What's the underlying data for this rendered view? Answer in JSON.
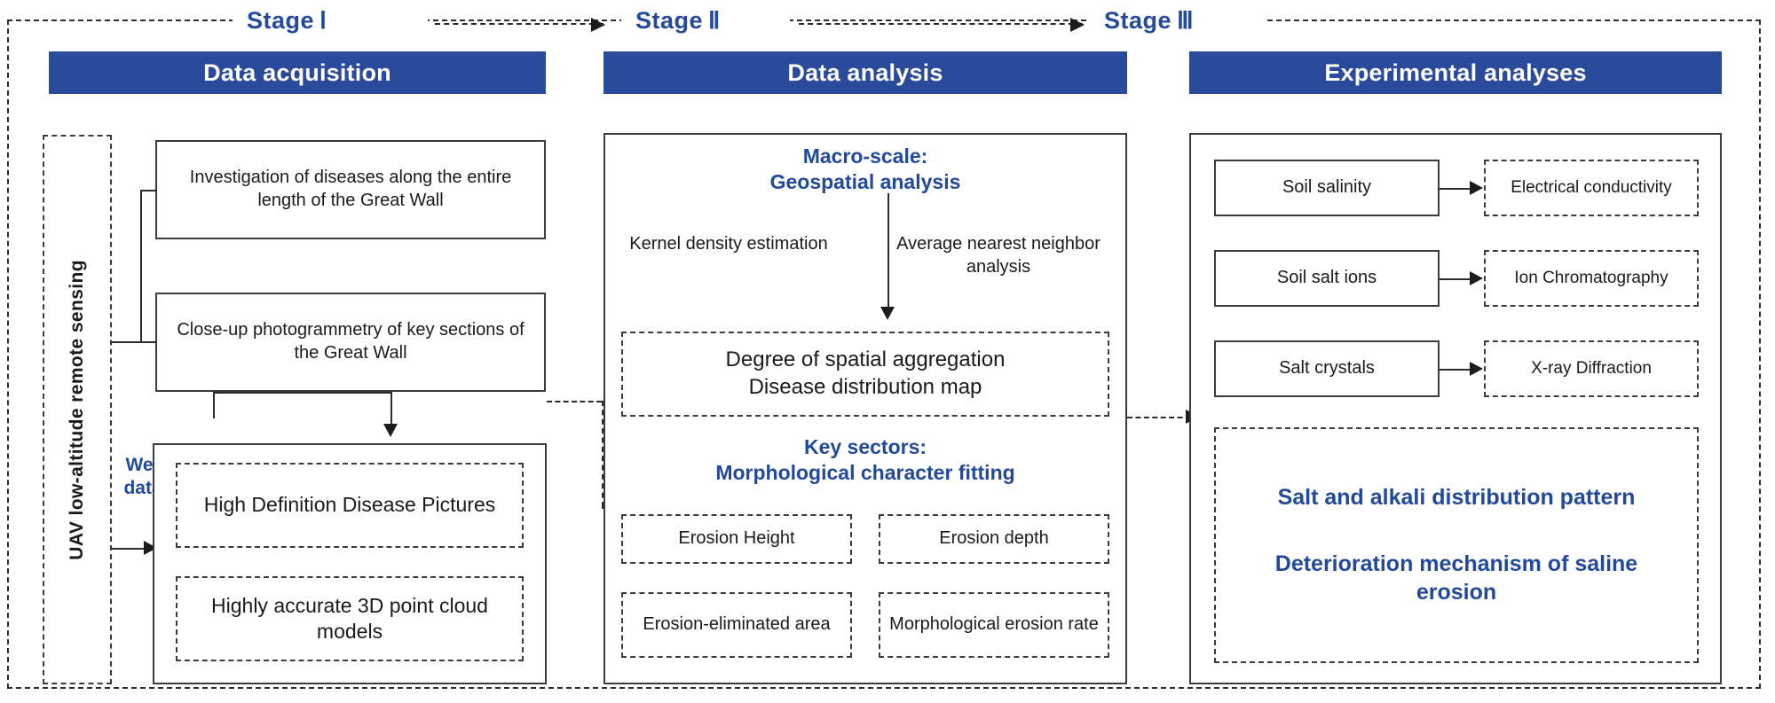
{
  "stages": [
    {
      "label": "Stage",
      "roman": "Ⅰ",
      "title": "Data acquisition"
    },
    {
      "label": "Stage",
      "roman": "Ⅱ",
      "title": "Data analysis"
    },
    {
      "label": "Stage",
      "roman": "Ⅲ",
      "title": "Experimental analyses"
    }
  ],
  "stage1": {
    "vertical_label": "UAV low-altitude remote sensing",
    "webgis_label": "Web-GIS\ndatabase",
    "boxes": [
      {
        "text": "Investigation of diseases along the entire length of the Great Wall",
        "style": "solid"
      },
      {
        "text": "Close-up photogrammetry of key sections of the Great Wall",
        "style": "solid"
      },
      {
        "text": "High Definition Disease Pictures",
        "style": "dashed"
      },
      {
        "text": "Highly accurate 3D point cloud models",
        "style": "dashed"
      }
    ]
  },
  "stage2": {
    "macro_heading": "Macro-scale:\nGeospatial analysis",
    "methods": [
      "Kernel density estimation",
      "Average nearest neighbor analysis"
    ],
    "result_box": "Degree of spatial aggregation\nDisease distribution map",
    "key_heading": "Key sectors:\nMorphological character fitting",
    "metrics": [
      "Erosion Height",
      "Erosion depth",
      "Erosion-eliminated area",
      "Morphological erosion rate"
    ]
  },
  "stage3": {
    "pairs": [
      {
        "subject": "Soil salinity",
        "method": "Electrical conductivity"
      },
      {
        "subject": "Soil salt ions",
        "method": "Ion Chromatography"
      },
      {
        "subject": "Salt crystals",
        "method": "X-ray Diffraction"
      }
    ],
    "conclusions": [
      "Salt and alkali distribution pattern",
      "Deterioration mechanism of saline erosion"
    ]
  },
  "colors": {
    "header_blue": "#2a4b9b",
    "text_blue": "#23499b",
    "line_dark": "#2b2b2b",
    "box_border": "#3c3c3c"
  }
}
